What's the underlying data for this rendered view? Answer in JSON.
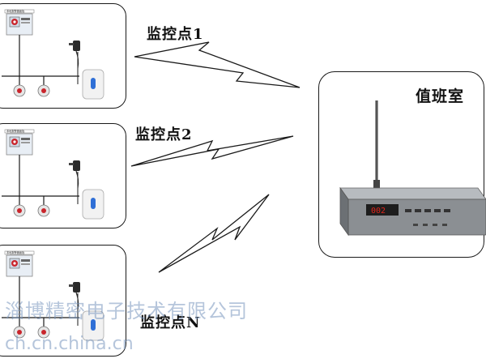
{
  "sites": [
    {
      "label": "监控点1",
      "sign": "本地报警器面板"
    },
    {
      "label": "监控点2",
      "sign": "本地报警器面板"
    },
    {
      "label": "监控点N",
      "sign": "本地报警器面板"
    }
  ],
  "duty_room": {
    "label": "值班室",
    "display": "002"
  },
  "watermark": {
    "line1": "淄博精密电子技术有限公司",
    "line2": "ch.cn.china.cn"
  },
  "colors": {
    "line": "#1a1a1a",
    "display": "#e0241b",
    "receiver_body": "#8b8f93",
    "button_blue": "#2f6fd6",
    "alarm_red": "#d8232a"
  }
}
